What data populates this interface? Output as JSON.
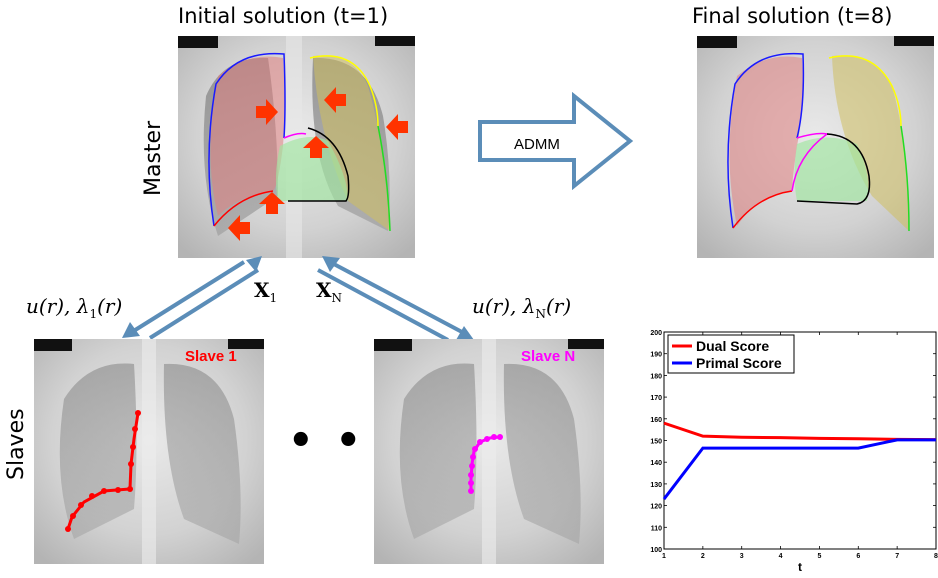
{
  "master": {
    "initial_title": "Initial solution (t=1)",
    "final_title": "Final solution (t=8)",
    "row_label": "Master"
  },
  "arrow": {
    "label": "ADMM"
  },
  "slaves": {
    "row_label": "Slaves",
    "slave1_label": "Slave 1",
    "slaveN_label": "Slave N",
    "ellipsis": "• • •"
  },
  "math": {
    "left_u": "u(r), ",
    "left_lambda": "λ",
    "left_lambda_sub": "1",
    "left_r": "(r)",
    "right_u": "u(r), ",
    "right_lambda": "λ",
    "right_lambda_sub": "N",
    "right_r": "(r)",
    "x1": "X",
    "x1_sub": "1",
    "xN": "X",
    "xN_sub": "N"
  },
  "colors": {
    "red": "#ff0000",
    "magenta": "#ff00ff",
    "arrow_blue": "#5b8db8",
    "orange_arrow": "#ff3300",
    "contour_blue": "#1a1aff",
    "contour_yellow": "#ffff00",
    "contour_green": "#22dd22",
    "contour_black": "#000000"
  },
  "chart_data": {
    "type": "line",
    "x": [
      1,
      2,
      3,
      4,
      5,
      6,
      7,
      8
    ],
    "series": [
      {
        "name": "Dual Score",
        "color": "#ff0000",
        "values": [
          158,
          152,
          151.5,
          151.3,
          151,
          150.8,
          150.5,
          150.4
        ]
      },
      {
        "name": "Primal Score",
        "color": "#0000ff",
        "values": [
          123,
          146.5,
          146.5,
          146.5,
          146.5,
          146.5,
          150.3,
          150.3
        ]
      }
    ],
    "xlabel": "t",
    "ylabel": "",
    "title": "",
    "xlim": [
      1,
      8
    ],
    "ylim": [
      100,
      200
    ],
    "xticks": [
      1,
      2,
      3,
      4,
      5,
      6,
      7,
      8
    ],
    "yticks": [
      100,
      110,
      120,
      130,
      140,
      150,
      160,
      170,
      180,
      190,
      200
    ],
    "legend": "top-left"
  }
}
